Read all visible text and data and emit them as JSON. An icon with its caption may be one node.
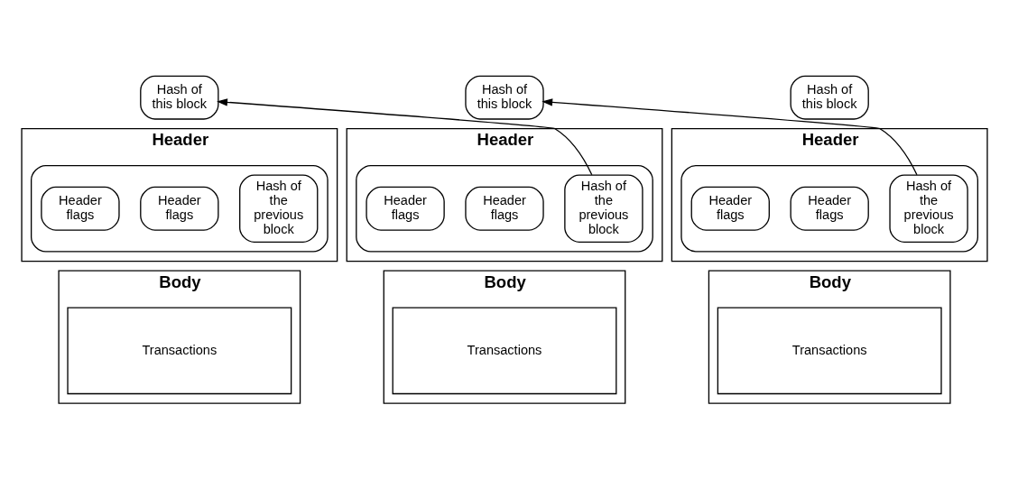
{
  "diagram": {
    "nodes": [
      {
        "text": [
          "Hash of this block"
        ]
      },
      {
        "text": [
          "Header"
        ]
      },
      {
        "text": [],
        "shape": "box",
        "in": 1
      },
      {
        "text": [
          "Hash of the previous block"
        ],
        "in": 2
      },
      {
        "text": [
          "Header flags"
        ],
        "in": 2
      },
      {
        "text": [
          "Header flags"
        ],
        "in": 2
      },
      {
        "text": [
          "Body"
        ]
      },
      {
        "text": [
          "Transactions"
        ],
        "in": 6
      },
      {
        "text": [
          "Hash of this block"
        ]
      },
      {
        "text": [
          "Header"
        ]
      },
      {
        "text": [],
        "shape": "box",
        "in": 9
      },
      {
        "text": [
          "Hash of the previous block"
        ],
        "in": 10
      },
      {
        "text": [
          "Header flags"
        ],
        "in": 10
      },
      {
        "text": [
          "Header flags"
        ],
        "in": 10
      },
      {
        "text": [
          "Body"
        ]
      },
      {
        "text": [
          "Transactions"
        ],
        "in": 14
      },
      {
        "text": [
          "Hash of this block"
        ]
      },
      {
        "text": [
          "Header"
        ]
      },
      {
        "text": [],
        "shape": "box",
        "in": 17
      },
      {
        "text": [
          "Hash of the previous block"
        ],
        "in": 18
      },
      {
        "text": [
          "Header flags"
        ],
        "in": 18
      },
      {
        "text": [
          "Header flags"
        ],
        "in": 18
      },
      {
        "text": [
          "Body"
        ]
      },
      {
        "text": [
          "Transactions"
        ],
        "in": 22
      }
    ],
    "edges": [
      {
        "from": 11,
        "to": 0,
        "arrow": "to"
      },
      {
        "from": 19,
        "to": 8,
        "arrow": "to"
      }
    ]
  }
}
